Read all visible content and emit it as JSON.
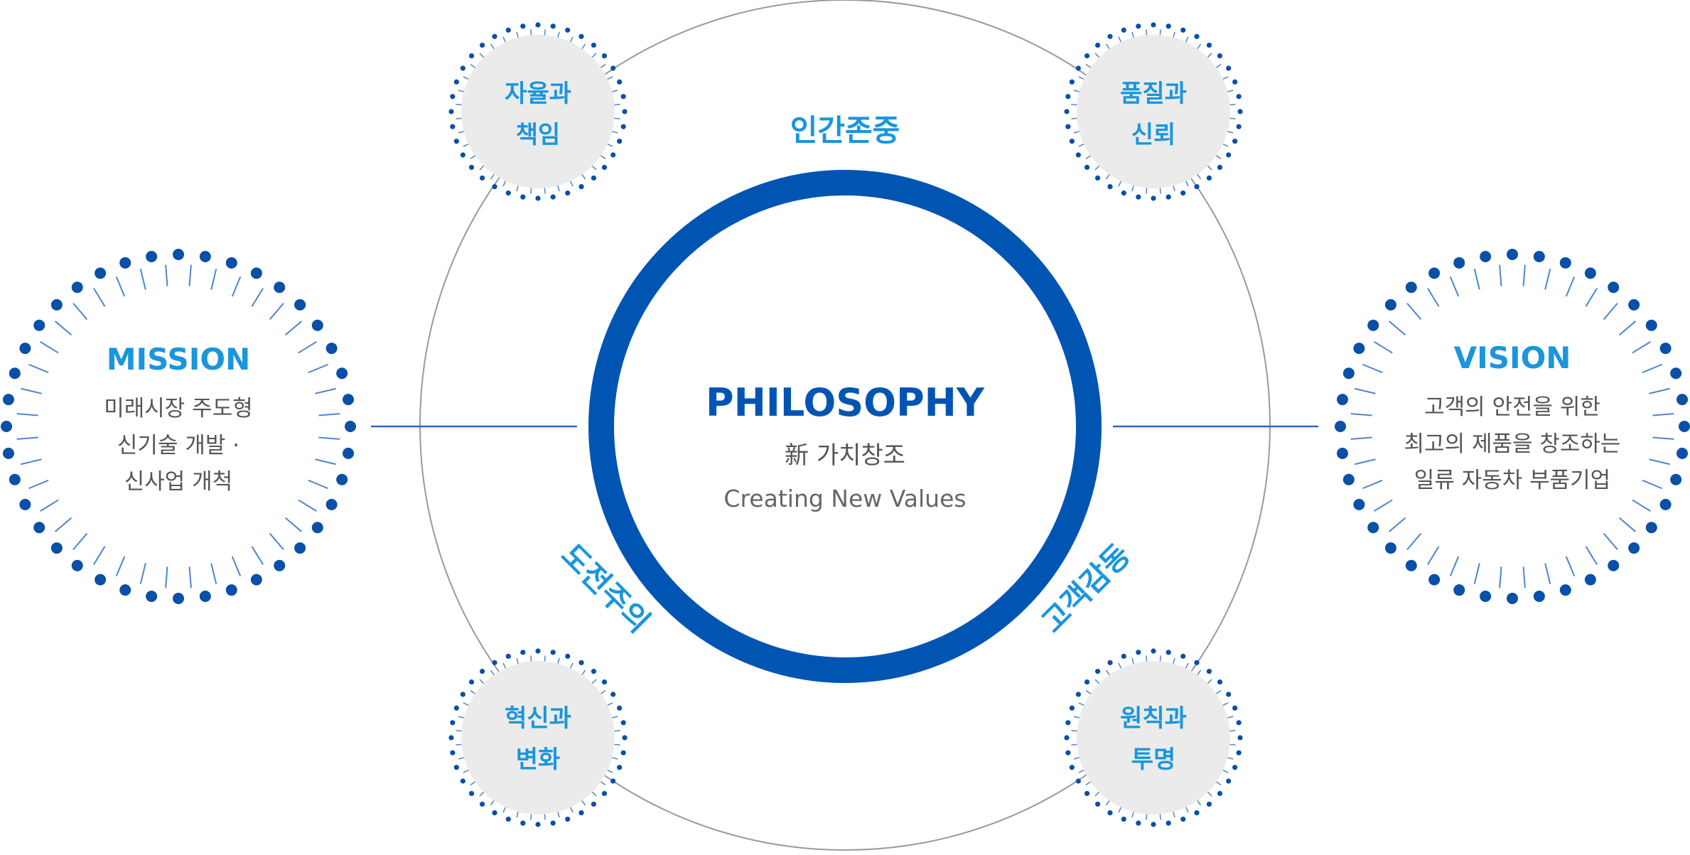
{
  "colors": {
    "primary_blue": "#0055b3",
    "accent_cyan": "#1a96dc",
    "text_gray": "#555555",
    "line_gray": "#9a9a9a",
    "bubble_fill": "#ebebeb",
    "dot_blue": "#0a4fa8",
    "tick_blue": "#4f86cc"
  },
  "center": {
    "title": "PHILOSOPHY",
    "subtitle_ko": "新 가치창조",
    "subtitle_en": "Creating New Values"
  },
  "values": {
    "top": "인간존중",
    "bottom_left": "도전주의",
    "bottom_right": "고객감동"
  },
  "bubbles": {
    "top_left": {
      "line1": "자율과",
      "line2": "책임"
    },
    "top_right": {
      "line1": "품질과",
      "line2": "신뢰"
    },
    "bottom_left": {
      "line1": "혁신과",
      "line2": "변화"
    },
    "bottom_right": {
      "line1": "원칙과",
      "line2": "투명"
    }
  },
  "mission": {
    "title": "MISSION",
    "lines": [
      "미래시장 주도형",
      "신기술 개발 ·",
      "신사업 개척"
    ]
  },
  "vision": {
    "title": "VISION",
    "lines": [
      "고객의 안전을 위한",
      "최고의 제품을 창조하는",
      "일류 자동차 부품기업"
    ]
  }
}
